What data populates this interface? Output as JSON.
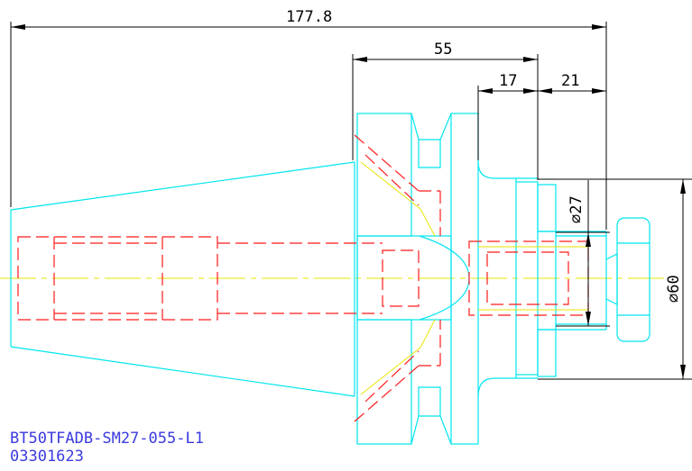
{
  "drawing": {
    "part_number": "BT50TFADB-SM27-055-L1",
    "drawing_code": "03301623",
    "dimensions": {
      "overall_length": "177.8",
      "flange_to_gauge": "55",
      "collar": "17",
      "pilot": "21",
      "bore_diameter": "⌀27",
      "body_diameter": "⌀60"
    },
    "colors": {
      "outline": "#00e5ee",
      "hidden": "#ff1a1a",
      "centerline": "#e6e600",
      "dimension": "#000000",
      "title": "#3a3adf"
    }
  }
}
